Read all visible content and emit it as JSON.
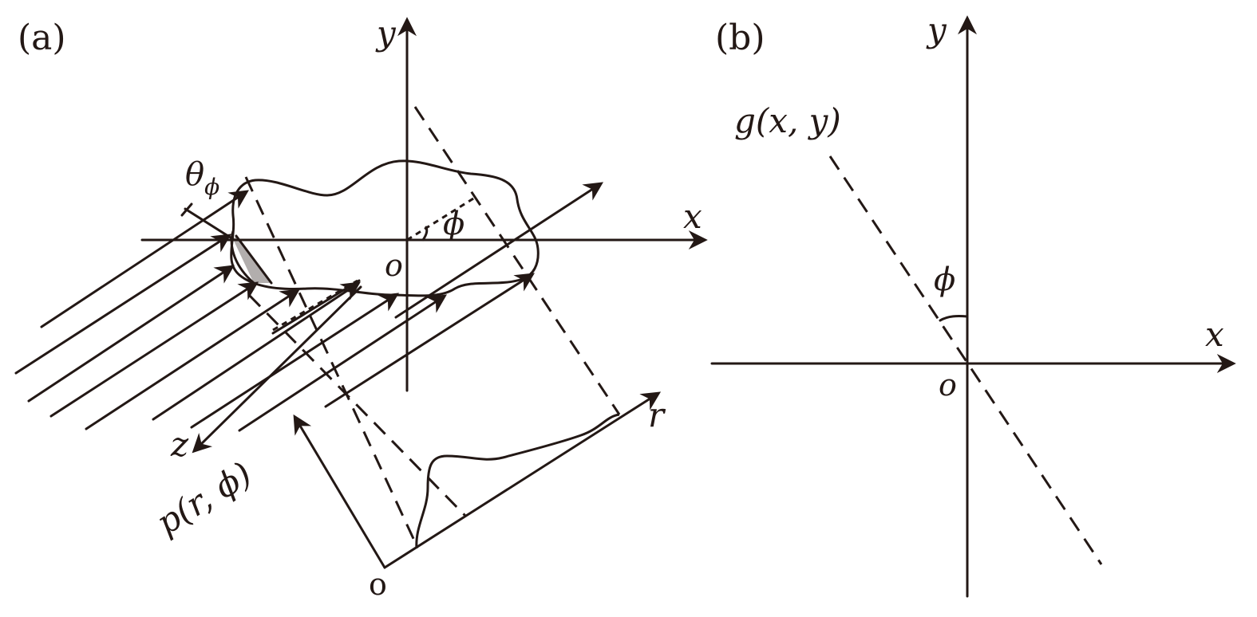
{
  "panel_a": {
    "panel_label": "(a)",
    "axis_y": "y",
    "axis_x": "x",
    "axis_z": "z",
    "axis_r": "r",
    "origin": "o",
    "proj_origin": "o",
    "theta_label": "θ",
    "theta_sub": "ϕ",
    "phi_label": "ϕ",
    "projection_label": "p(r, ϕ)"
  },
  "panel_b": {
    "panel_label": "(b)",
    "axis_y": "y",
    "axis_x": "x",
    "origin": "o",
    "phi_label": "ϕ",
    "function_label": "g(x, y)"
  },
  "colors": {
    "ink": "#231815",
    "background": "#ffffff"
  }
}
